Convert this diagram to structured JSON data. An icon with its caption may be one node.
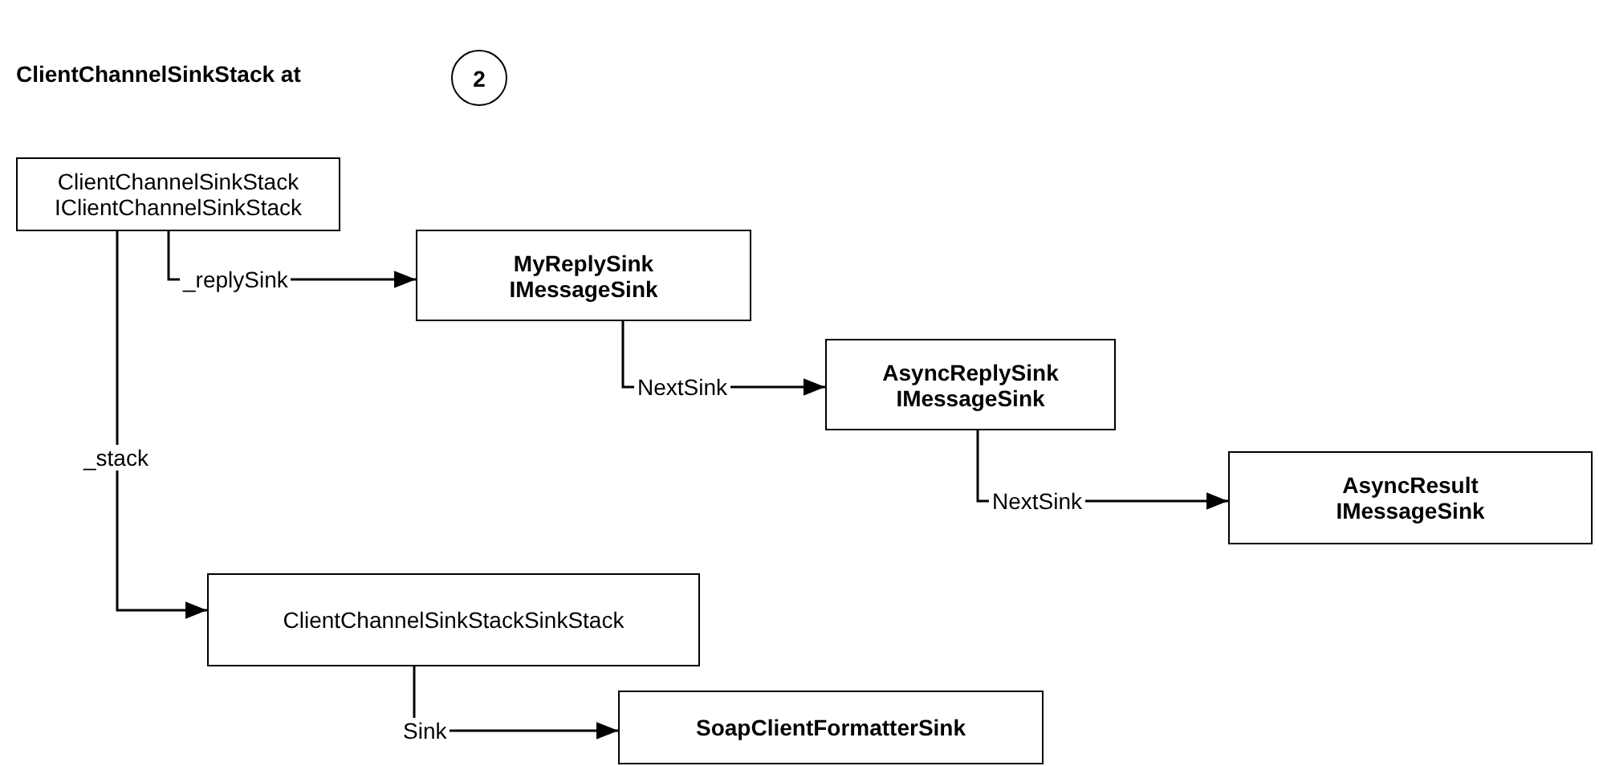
{
  "diagram": {
    "title": "ClientChannelSinkStack at",
    "nodes": [
      {
        "text": [
          "2"
        ]
      },
      {
        "text": [
          "ClientChannelSinkStack",
          "IClientChannelSinkStack"
        ]
      },
      {
        "text": [
          "MyReplySink",
          "IMessageSink"
        ]
      },
      {
        "text": [
          "AsyncReplySink",
          "IMessageSink"
        ]
      },
      {
        "text": [
          "AsyncResult",
          "IMessageSink"
        ]
      },
      {
        "text": [
          "ClientChannelSinkStackSinkStack"
        ]
      },
      {
        "text": [
          "SoapClientFormatterSink"
        ]
      }
    ],
    "edges": [
      {
        "from": 1,
        "to": 2,
        "arrow": "to",
        "label": "_replySink"
      },
      {
        "from": 2,
        "to": 3,
        "arrow": "to",
        "label": "NextSink"
      },
      {
        "from": 3,
        "to": 4,
        "arrow": "to",
        "label": "NextSink"
      },
      {
        "from": 1,
        "to": 5,
        "arrow": "to",
        "label": "_stack"
      },
      {
        "from": 5,
        "to": 6,
        "arrow": "to",
        "label": "Sink"
      }
    ]
  }
}
